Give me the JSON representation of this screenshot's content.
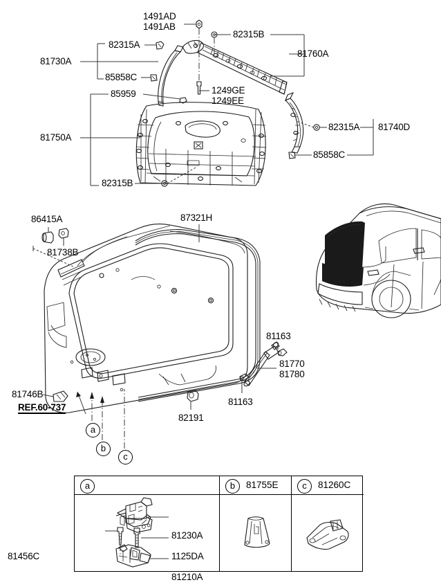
{
  "diagram": {
    "title": "Tailgate Trim and Panel Assembly Exploded View",
    "type": "automotive-parts-exploded-diagram"
  },
  "labels": {
    "upper": {
      "n1491AD": "1491AD",
      "n1491AB": "1491AB",
      "n82315A_left": "82315A",
      "n81730A": "81730A",
      "n85858C_left": "85858C",
      "n85959": "85959",
      "n81750A": "81750A",
      "n82315B_left": "82315B",
      "n82315B_top": "82315B",
      "n81760A": "81760A",
      "n1249GE": "1249GE",
      "n1249EE": "1249EE",
      "n82315A_right": "82315A",
      "n81740D": "81740D",
      "n85858C_right": "85858C"
    },
    "middle": {
      "n86415A": "86415A",
      "n81738B": "81738B",
      "n87321H": "87321H",
      "n81746B": "81746B",
      "nREF": "REF.60-737",
      "n82191": "82191",
      "n81163_top": "81163",
      "n81770": "81770",
      "n81780": "81780",
      "n81163_bottom": "81163",
      "callout_a": "a",
      "callout_b": "b",
      "callout_c": "c"
    },
    "table": {
      "columns": [
        {
          "key": "a",
          "header": "",
          "marker": "a"
        },
        {
          "key": "b",
          "header": "81755E",
          "marker": "b"
        },
        {
          "key": "c",
          "header": "81260C",
          "marker": "c"
        }
      ],
      "cell_a_parts": {
        "n81230A": "81230A",
        "n81456C": "81456C",
        "n1125DA": "1125DA",
        "n81210A": "81210A"
      }
    }
  },
  "colors": {
    "line": "#1a1a1a",
    "leader": "#3a3a3a",
    "background": "#ffffff",
    "shade_light": "#e8e8e8",
    "shade_dark": "#c9c9c9"
  }
}
